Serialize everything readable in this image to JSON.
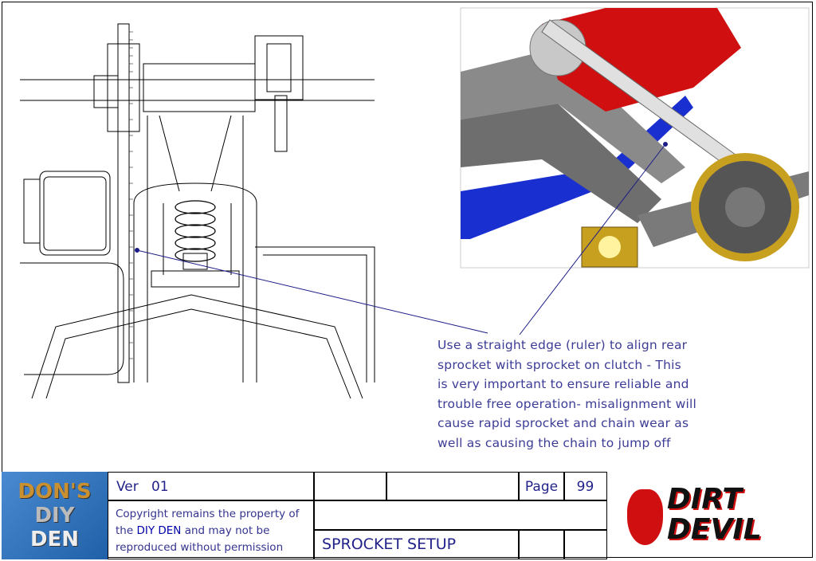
{
  "annotation": {
    "lines": [
      "Use a straight edge (ruler) to align rear",
      "sprocket with sprocket on clutch - This",
      "is very important to ensure reliable and",
      "trouble free operation- misalignment will",
      "cause rapid sprocket and chain wear as",
      "well as causing the chain to jump off"
    ]
  },
  "title_block": {
    "left_logo_text": "DON'S DIY DEN",
    "version_label": "Ver",
    "version_value": "01",
    "page_label": "Page",
    "page_value": "99",
    "copyright_pre": "Copyright remains the property of the",
    "copyright_brand": "DIY DEN",
    "copyright_post": "and may not be reproduced without permission",
    "sheet_title": "SPROCKET SETUP",
    "right_logo_text": "DIRT DEVIL"
  },
  "colors": {
    "text": "#3c3c96",
    "frame_blue": "#1a2fd0",
    "body_red": "#d01010",
    "sprocket_gold": "#c8a020"
  }
}
